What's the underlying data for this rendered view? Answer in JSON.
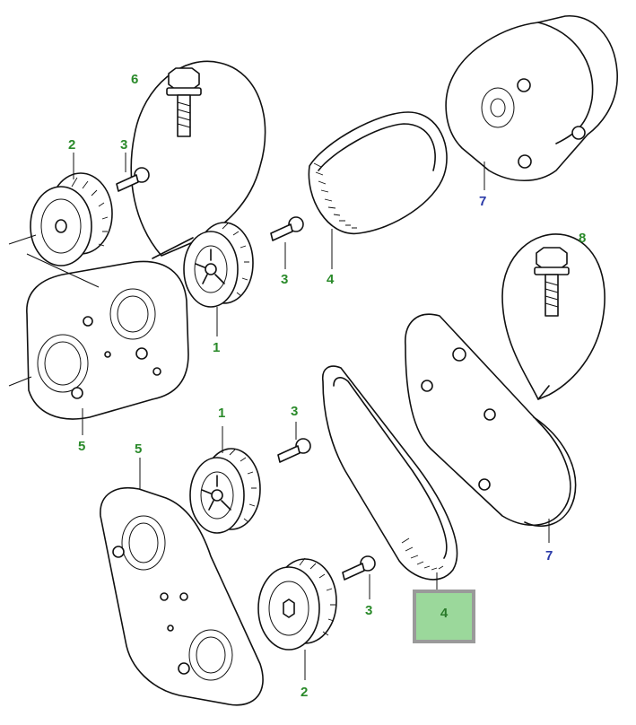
{
  "callouts": {
    "c1_upper": "1",
    "c1_lower": "1",
    "c2_upper": "2",
    "c2_lower": "2",
    "c3_upper_left": "3",
    "c3_upper_mid": "3",
    "c3_lower_mid": "3",
    "c3_lower_right": "3",
    "c4_upper": "4",
    "c4_lower": "4",
    "c5_upper": "5",
    "c5_lower": "5",
    "c6": "6",
    "c7_upper": "7",
    "c7_lower": "7",
    "c8": "8"
  },
  "colors": {
    "callout_green": "#2a8a2a",
    "callout_blue": "#2a3aa8",
    "highlight_fill": "#9bd89b",
    "highlight_border": "#9a9a9a"
  }
}
